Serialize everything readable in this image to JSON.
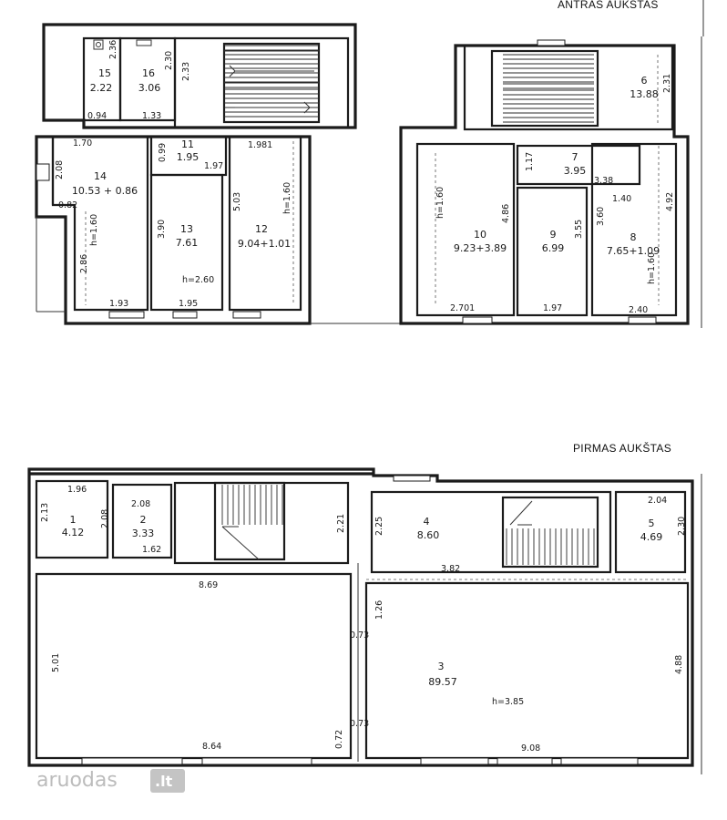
{
  "floors": {
    "upper_title": "ANTRAS AUKŠTAS",
    "lower_title": "PIRMAS AUKŠTAS"
  },
  "upper_rooms": [
    {
      "num": "15",
      "area": "2.22"
    },
    {
      "num": "16",
      "area": "3.06"
    },
    {
      "num": "6",
      "area": "13.88"
    },
    {
      "num": "14",
      "area": "10.53 + 0.86"
    },
    {
      "num": "11",
      "area": "1.95"
    },
    {
      "num": "13",
      "area": "7.61"
    },
    {
      "num": "12",
      "area": "9.04+1.01"
    },
    {
      "num": "7",
      "area": "3.95"
    },
    {
      "num": "10",
      "area": "9.23+3.89"
    },
    {
      "num": "9",
      "area": "6.99"
    },
    {
      "num": "8",
      "area": "7.65+1.09"
    }
  ],
  "upper_dims": [
    "2.36",
    "2.30",
    "2.33",
    "0.94",
    "1.33",
    "2.31",
    "1.70",
    "0.99",
    "1.981",
    "2.08",
    "1.97",
    "5.03",
    "h=1.60",
    "0.82",
    "h=1.60",
    "3.90",
    "2.86",
    "h=2.60",
    "1.93",
    "1.95",
    "1.17",
    "3.38",
    "1.40",
    "h=1.60",
    "4.86",
    "3.60",
    "4.92",
    "3.55",
    "h=1.60",
    "2.701",
    "1.97",
    "2.40"
  ],
  "lower_rooms": [
    {
      "num": "1",
      "area": "4.12"
    },
    {
      "num": "2",
      "area": "3.33"
    },
    {
      "num": "4",
      "area": "8.60"
    },
    {
      "num": "5",
      "area": "4.69"
    },
    {
      "num": "3",
      "area": "89.57"
    }
  ],
  "lower_dims": [
    "1.96",
    "2.13",
    "2.08",
    "2.08",
    "1.62",
    "2.21",
    "2.25",
    "2.04",
    "2.30",
    "3.82",
    "8.69",
    "1.26",
    "0.73",
    "5.01",
    "4.88",
    "h=3.85",
    "0.73",
    "0.72",
    "8.64",
    "9.08"
  ],
  "watermark": {
    "brand": "aruodas",
    "suffix": ".lt"
  }
}
